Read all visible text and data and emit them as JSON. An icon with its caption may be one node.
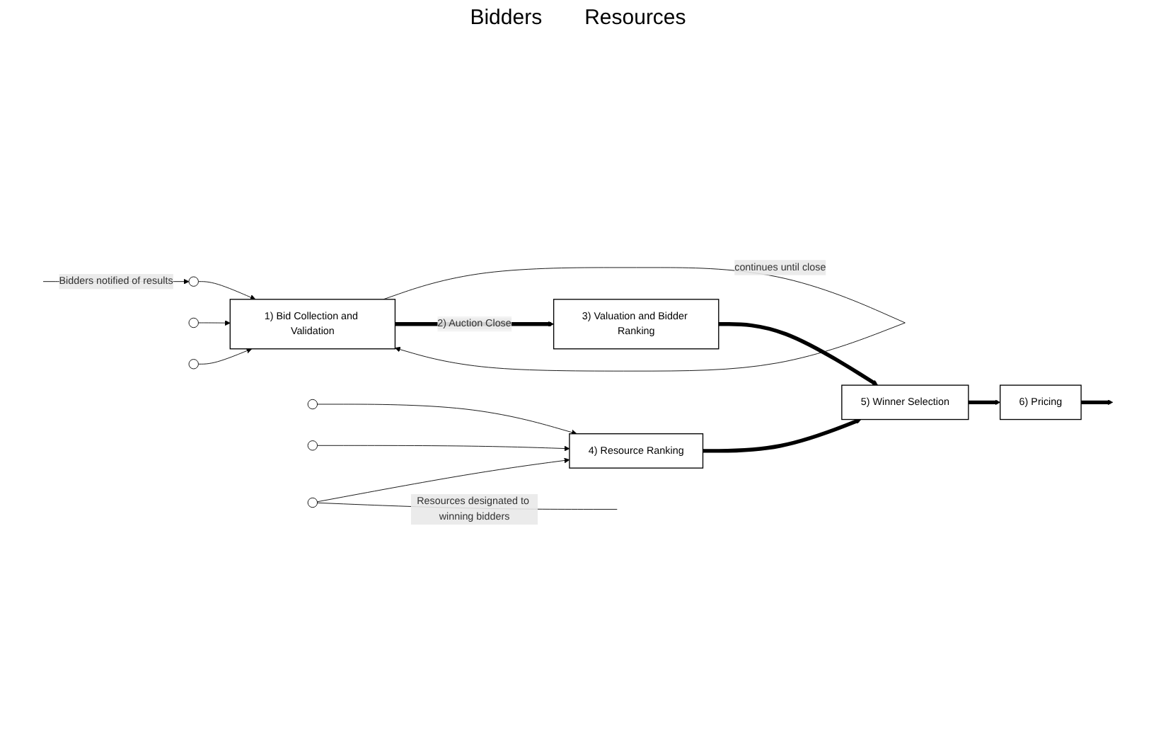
{
  "diagram": {
    "nodes": [
      {
        "text": [],
        "shape": "circle"
      },
      {
        "text": [],
        "shape": "circle"
      },
      {
        "text": [],
        "shape": "circle"
      },
      {
        "text": [
          "1) Bid Collection and Validation"
        ]
      },
      {
        "text": [
          "3) Valuation and Bidder Ranking"
        ]
      },
      {
        "text": [
          "5) Winner Selection"
        ]
      },
      {
        "text": [],
        "shape": "circle"
      },
      {
        "text": [],
        "shape": "circle"
      },
      {
        "text": [],
        "shape": "circle"
      },
      {
        "text": [
          "4) Resource Ranking"
        ]
      },
      {
        "text": [
          "6) Pricing"
        ]
      }
    ],
    "edges": [
      {
        "from": 0,
        "to": 3,
        "arrow": "to"
      },
      {
        "from": 1,
        "to": 3,
        "arrow": "to"
      },
      {
        "from": 2,
        "to": 3,
        "arrow": "to"
      },
      {
        "from": 3,
        "to": 3,
        "arrow": "to",
        "label": "continues until close"
      },
      {
        "from": 3,
        "to": 4,
        "arrow": "to",
        "label": "2) Auction Close",
        "style": "thick"
      },
      {
        "from": 4,
        "to": 5,
        "arrow": "to",
        "style": "thick"
      },
      {
        "from": 6,
        "to": 9,
        "arrow": "to"
      },
      {
        "from": 7,
        "to": 9,
        "arrow": "to"
      },
      {
        "from": 8,
        "to": 9,
        "arrow": "to"
      },
      {
        "from": 9,
        "to": 5,
        "arrow": "to",
        "style": "thick"
      },
      {
        "from": 5,
        "to": 10,
        "arrow": "to",
        "style": "thick"
      },
      {
        "from": 10,
        "to": null,
        "arrow": "to",
        "style": "thick"
      },
      {
        "from": null,
        "to": 0,
        "arrow": "to",
        "label": "Bidders notified of results"
      },
      {
        "from": 8,
        "to": null,
        "arrow": "none",
        "label": "Resources designated to winning bidders"
      }
    ],
    "labels": [
      "Bidders",
      "Resources"
    ]
  }
}
